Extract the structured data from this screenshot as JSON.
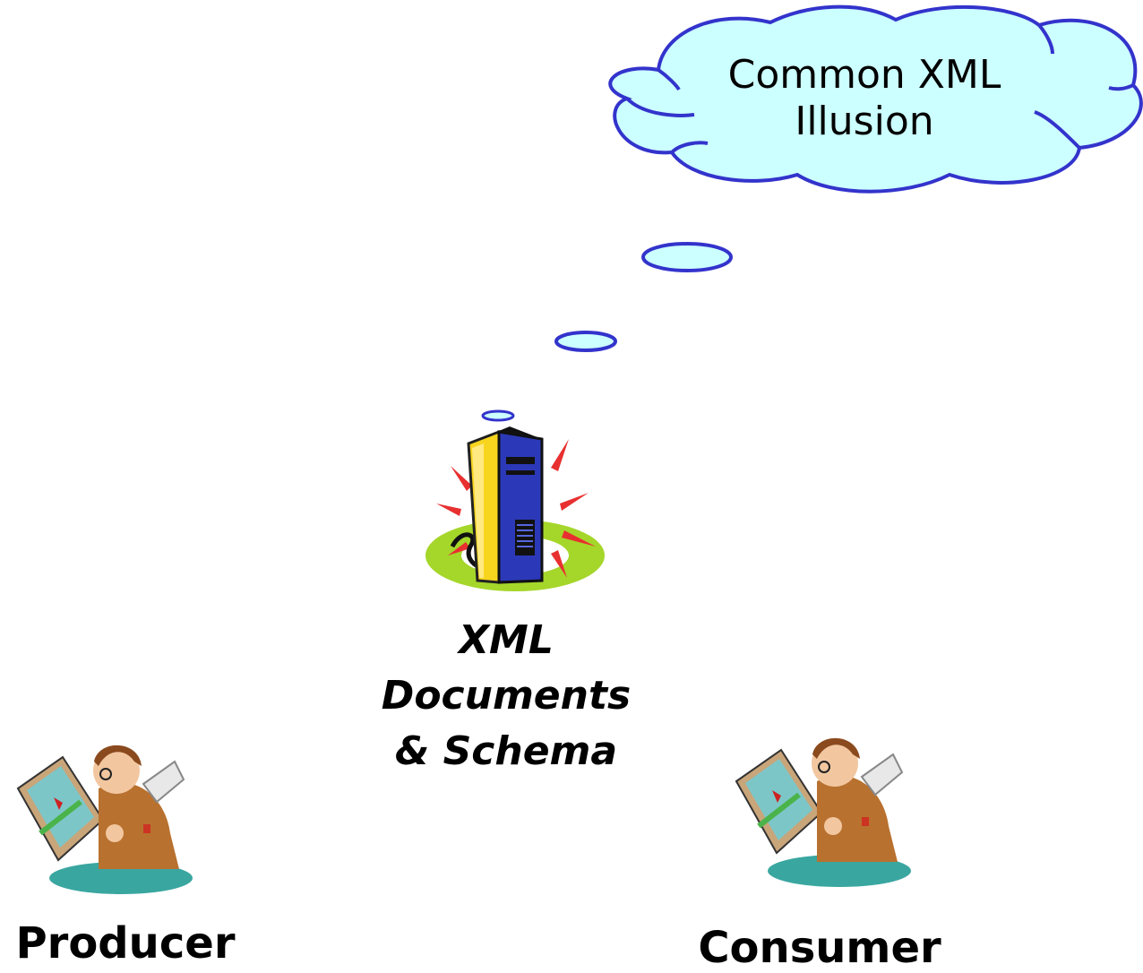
{
  "thought_cloud": {
    "text": "Common XML\nIllusion",
    "fill": "#ccffff",
    "stroke": "#3333cc"
  },
  "server": {
    "caption": "XML\nDocuments\n& Schema"
  },
  "producer": {
    "label": "Producer"
  },
  "consumer": {
    "label": "Consumer"
  }
}
